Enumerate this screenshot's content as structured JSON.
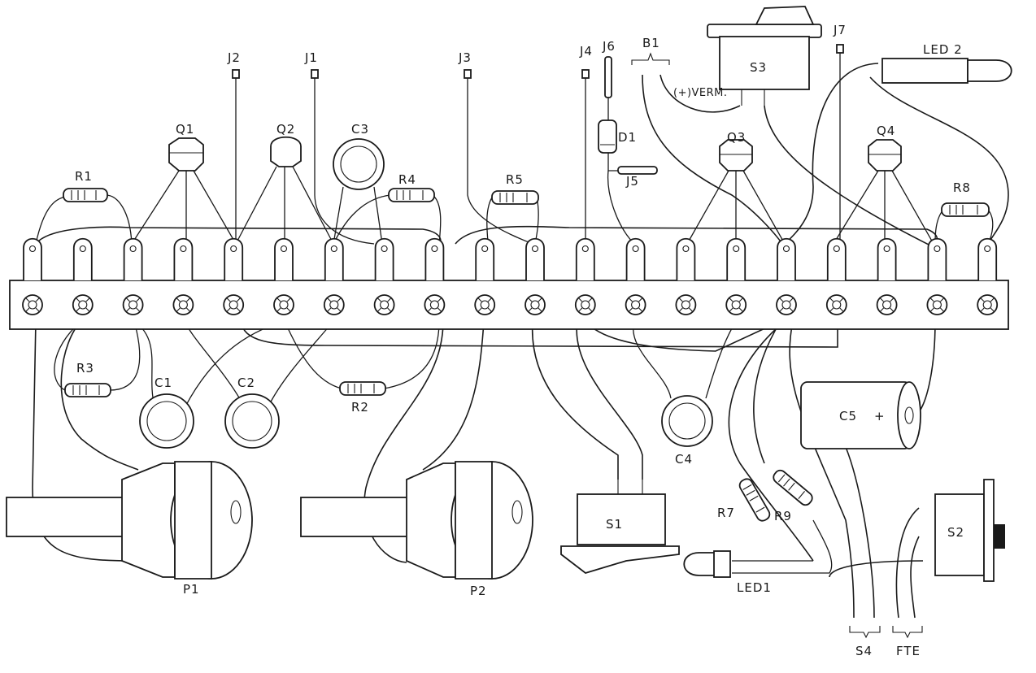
{
  "colors": {
    "ink": "#1a1a1a",
    "paper": "#ffffff"
  },
  "labels": {
    "J2": "J2",
    "J1": "J1",
    "J3": "J3",
    "J4": "J4",
    "J6": "J6",
    "J5": "J5",
    "J7": "J7",
    "B1": "B1",
    "vermelho": "(+)VERM.",
    "S3": "S3",
    "LED2": "LED 2",
    "LED1": "LED1",
    "Q1": "Q1",
    "Q2": "Q2",
    "Q3": "Q3",
    "Q4": "Q4",
    "C1": "C1",
    "C2": "C2",
    "C3": "C3",
    "C4": "C4",
    "C5": "C5",
    "C5_plus": "+",
    "R1": "R1",
    "R2": "R2",
    "R3": "R3",
    "R4": "R4",
    "R5": "R5",
    "R7": "R7",
    "R8": "R8",
    "R9": "R9",
    "D1": "D1",
    "P1": "P1",
    "P2": "P2",
    "S1": "S1",
    "S2": "S2",
    "S4": "S4",
    "FTE": "FTE"
  }
}
